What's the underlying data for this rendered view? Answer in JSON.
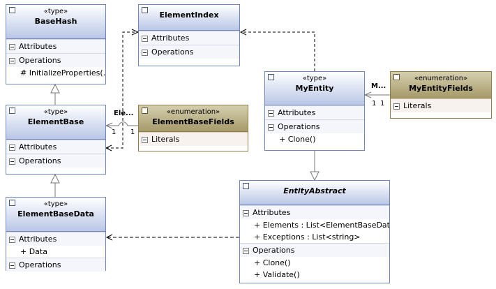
{
  "diagram": {
    "classes": {
      "basehash": {
        "stereotype": "«type»",
        "name": "BaseHash",
        "sections": {
          "attributes": "Attributes",
          "operations": "Operations"
        },
        "operations": [
          "# InitializeProperties(..."
        ]
      },
      "elementindex": {
        "name": "ElementIndex",
        "sections": {
          "attributes": "Attributes",
          "operations": "Operations"
        }
      },
      "elementbase": {
        "stereotype": "«type»",
        "name": "ElementBase",
        "sections": {
          "attributes": "Attributes",
          "operations": "Operations"
        }
      },
      "elementbasefields": {
        "stereotype": "«enumeration»",
        "name": "ElementBaseFields",
        "sections": {
          "literals": "Literals"
        }
      },
      "myentity": {
        "stereotype": "«type»",
        "name": "MyEntity",
        "sections": {
          "attributes": "Attributes",
          "operations": "Operations"
        },
        "operations": [
          "+ Clone()"
        ]
      },
      "myentityfields": {
        "stereotype": "«enumeration»",
        "name": "MyEntityFields",
        "sections": {
          "literals": "Literals"
        }
      },
      "elementbasedata": {
        "stereotype": "«type»",
        "name": "ElementBaseData",
        "sections": {
          "attributes": "Attributes",
          "operations": "Operations"
        },
        "attributes": [
          "+ Data"
        ]
      },
      "entityabstract": {
        "name": "EntityAbstract",
        "sections": {
          "attributes": "Attributes",
          "operations": "Operations"
        },
        "attributes": [
          "+ Elements : List<ElementBaseData>",
          "+ Exceptions : List<string>"
        ],
        "operations": [
          "+ Clone()",
          "+ Validate()"
        ]
      }
    },
    "association_labels": {
      "elementbase_fields": {
        "role": "Ele...",
        "mult_left": "1",
        "mult_right": "1"
      },
      "myentity_fields": {
        "role": "M...",
        "mult_left": "1",
        "mult_right": "1"
      }
    }
  }
}
